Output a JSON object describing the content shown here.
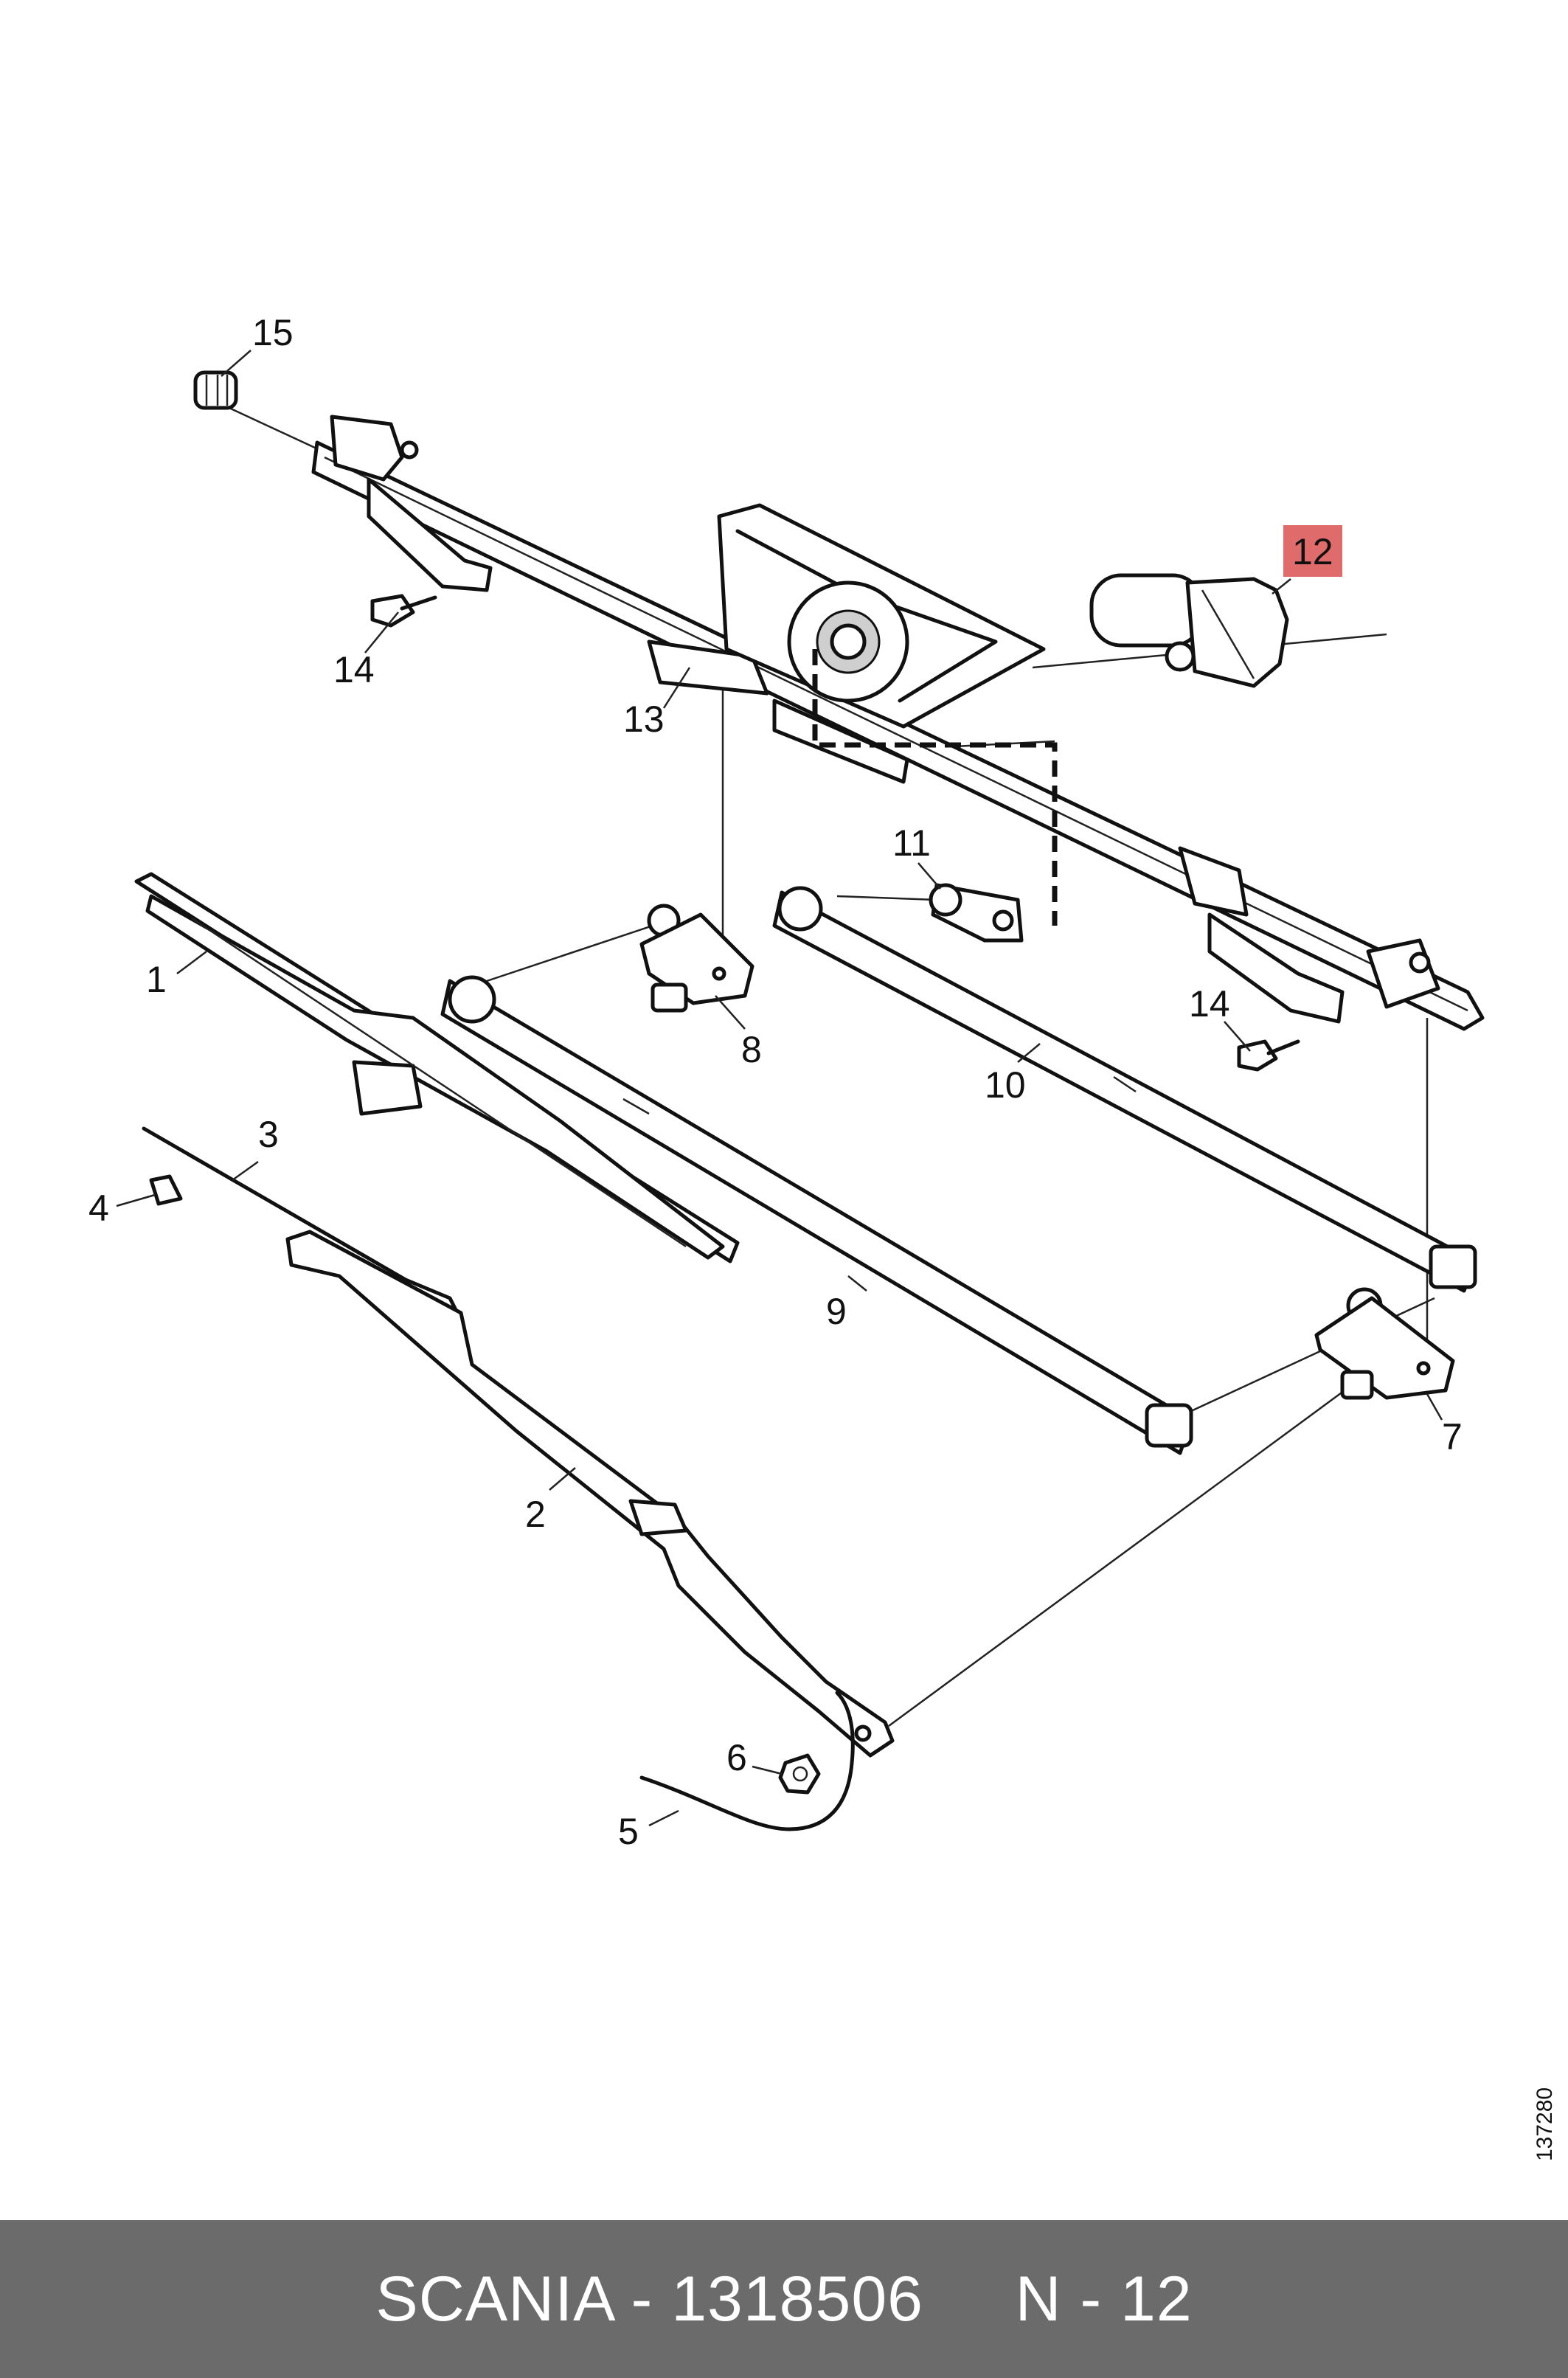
{
  "labels": {
    "l1": "1",
    "l2": "2",
    "l3": "3",
    "l4": "4",
    "l5": "5",
    "l6": "6",
    "l7": "7",
    "l8": "8",
    "l9": "9",
    "l10": "10",
    "l11": "11",
    "l12": "12",
    "l13": "13",
    "l14a": "14",
    "l14b": "14",
    "l15": "15"
  },
  "highlight_color": "#e06b6b",
  "side_code": "137280",
  "footer": {
    "text": "SCANIA - 1318506     N - 12"
  }
}
